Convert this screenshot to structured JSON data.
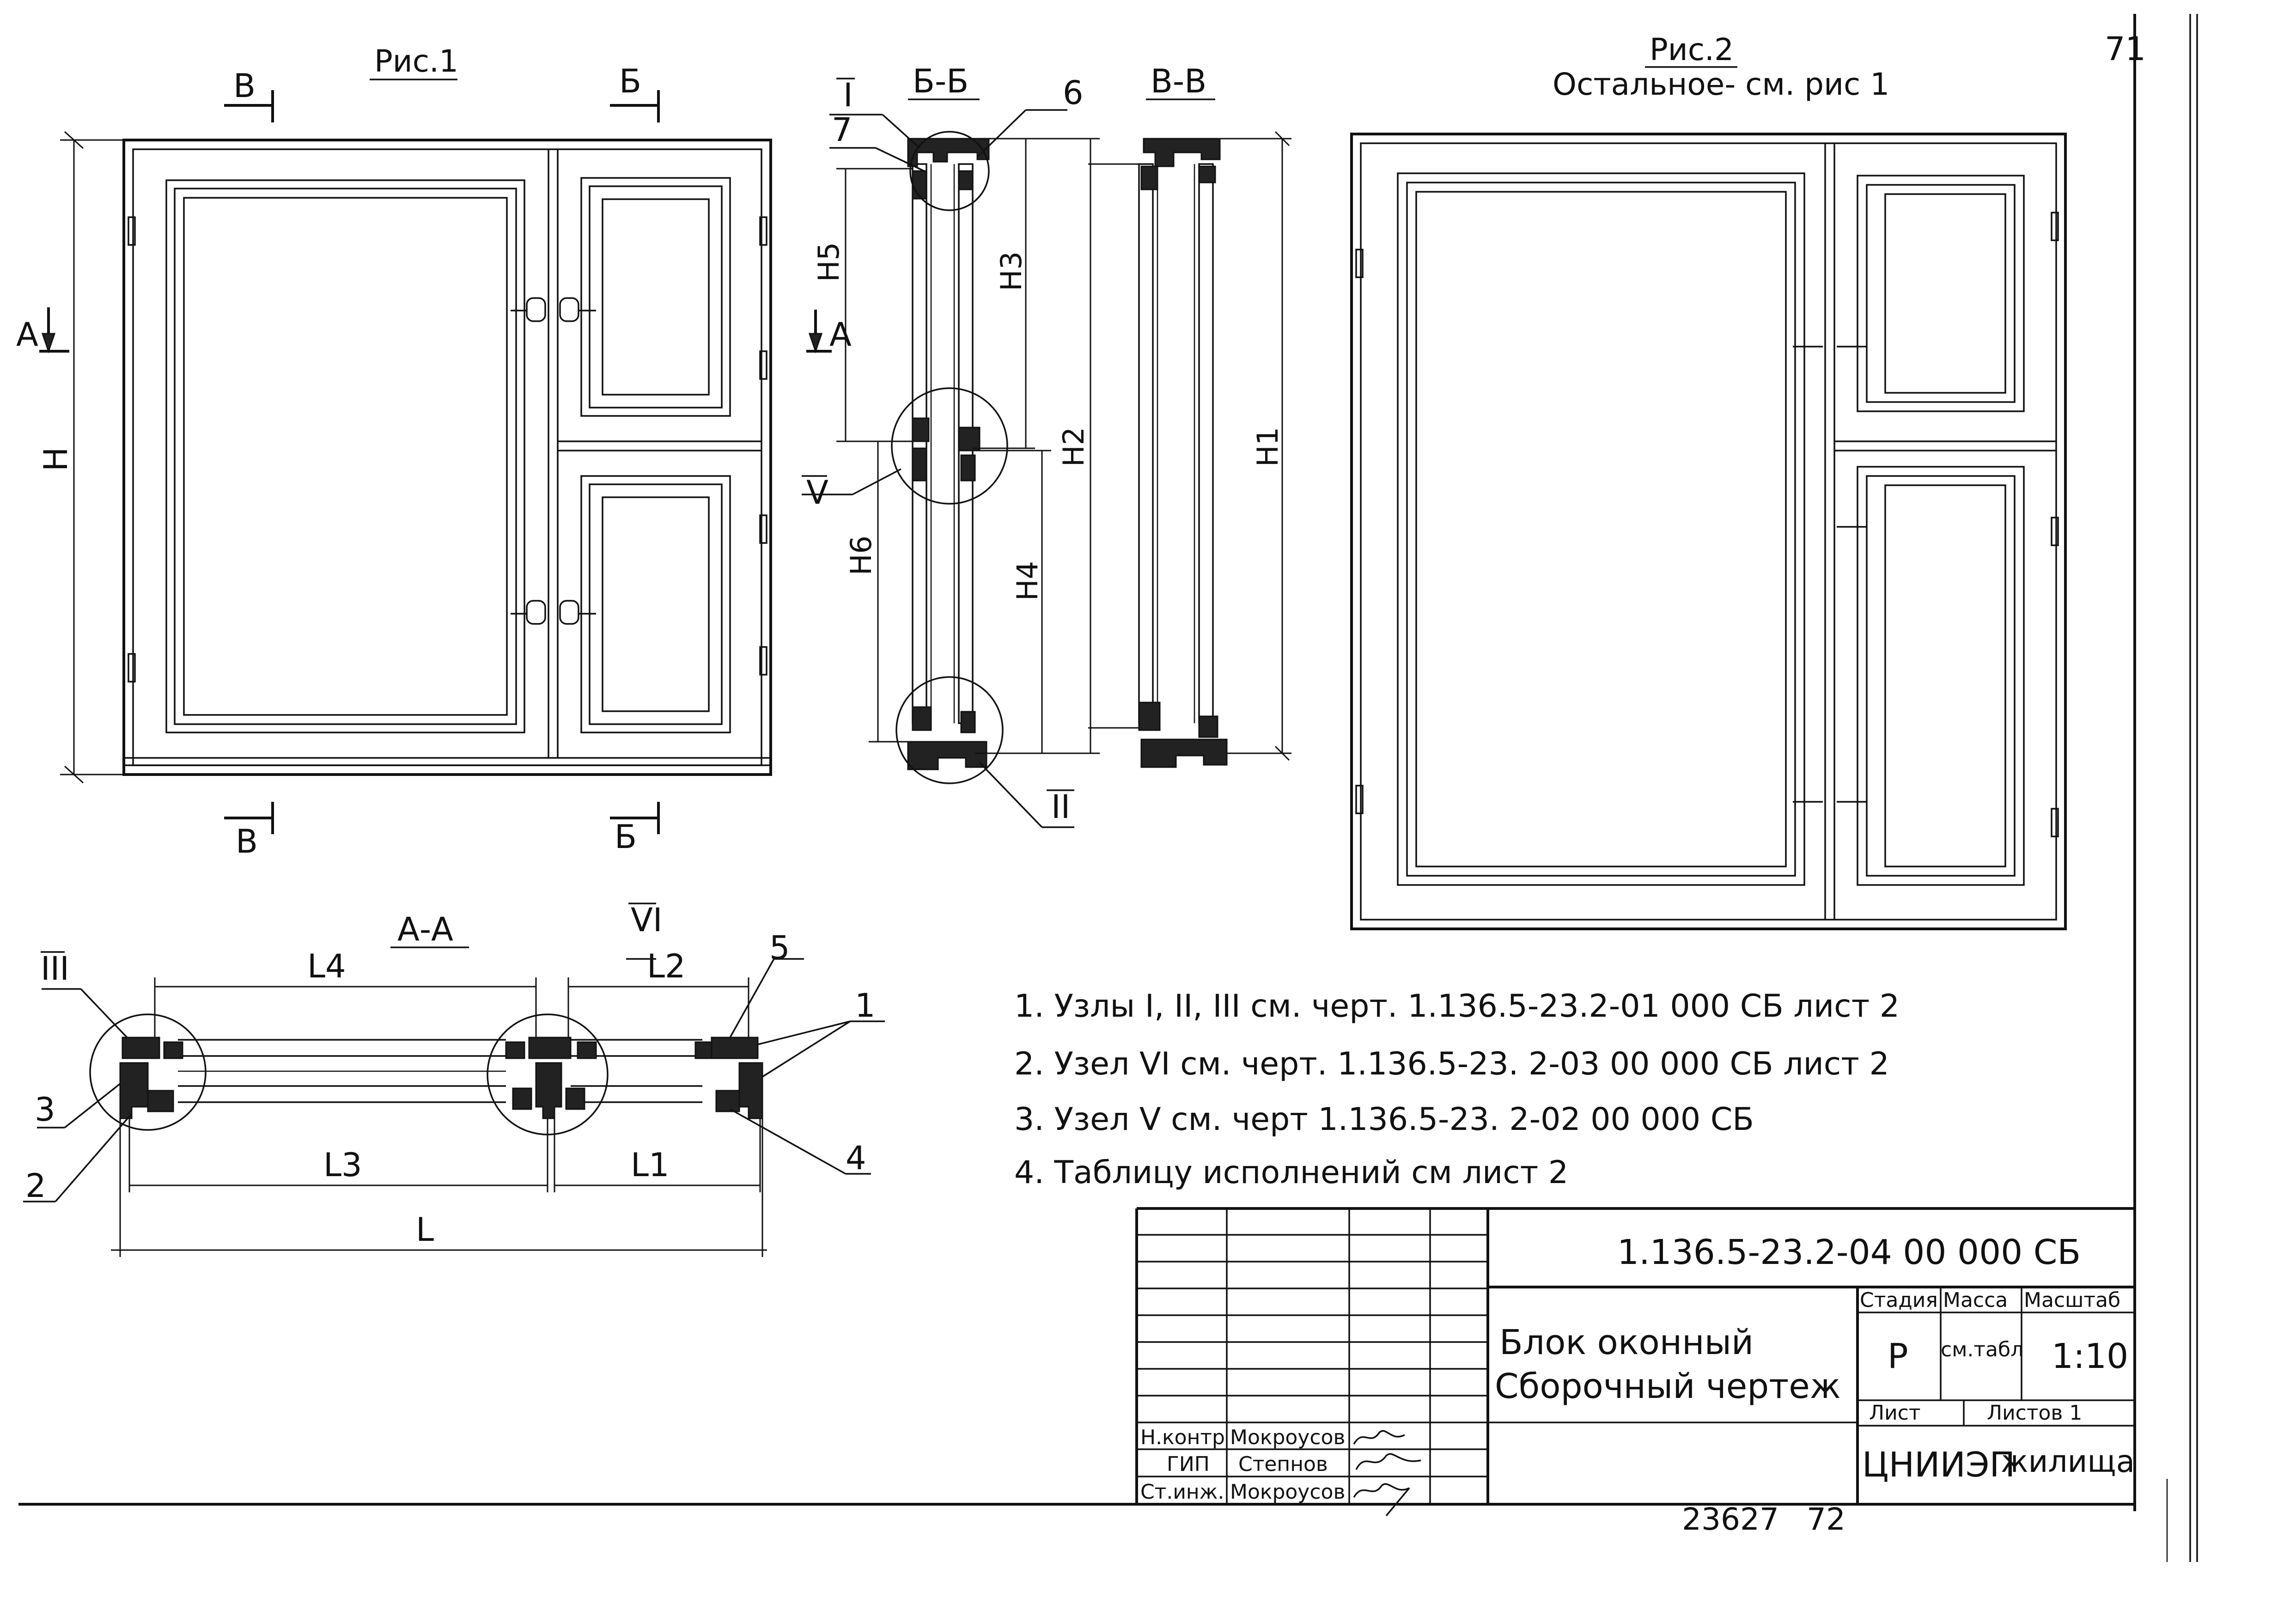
{
  "sheet_number": "71",
  "fig1": {
    "title": "Рис.1",
    "cut_b": "В",
    "cut_bb": "Б",
    "cut_a": "А",
    "dim_h": "Н"
  },
  "fig2": {
    "title": "Рис.2",
    "subtitle": "Остальное- см. рис 1"
  },
  "section_bb": {
    "title": "Б-Б",
    "node_1": "I",
    "node_2": "II",
    "node_5": "V",
    "pos_6": "6",
    "pos_7": "7",
    "dim_h5": "Н5",
    "dim_h3": "Н3",
    "dim_h6": "Н6",
    "dim_h4": "Н4",
    "dim_h2": "Н2",
    "cut_a": "А"
  },
  "section_vv": {
    "title": "В-В",
    "dim_h1": "Н1"
  },
  "section_aa": {
    "title": "А-А",
    "node_3": "III",
    "node_6": "VI",
    "pos_1": "1",
    "pos_2": "2",
    "pos_3": "3",
    "pos_4": "4",
    "pos_5": "5",
    "dim_l4": "L4",
    "dim_l2": "L2",
    "dim_l3": "L3",
    "dim_l1": "L1",
    "dim_l": "L"
  },
  "notes": [
    "1. Узлы I, II, III см. черт. 1.136.5-23.2-01 000 СБ лист 2",
    "2. Узел VI см. черт. 1.136.5-23. 2-03 00 000 СБ лист 2",
    "3. Узел V см. черт 1.136.5-23. 2-02 00 000 СБ",
    "4. Таблицу исполнений см лист 2"
  ],
  "title_block": {
    "doc_code": "1.136.5-23.2-04 00 000 СБ",
    "name_line1": "Блок оконный",
    "name_line2": "Сборочный чертеж",
    "col_stage": "Стадия",
    "col_mass": "Масса",
    "col_scale": "Масштаб",
    "stage": "Р",
    "mass": "см.табл",
    "scale": "1:10",
    "sheet_label": "Лист",
    "sheets_label": "Листов 1",
    "org_logo": "ЦНИИЭП",
    "org_name": "жилища",
    "signatures": [
      {
        "role": "Н.контр",
        "name": "Мокроусов"
      },
      {
        "role": "ГИП",
        "name": "Степнов"
      },
      {
        "role": "Ст.инж.",
        "name": "Мокроусов"
      }
    ]
  },
  "archive_number": "23627",
  "page_number": "72"
}
